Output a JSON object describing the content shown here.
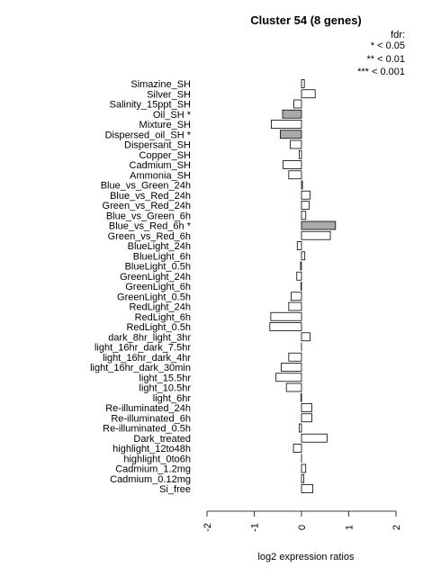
{
  "chart_data": {
    "type": "bar",
    "orientation": "horizontal",
    "title": "Cluster 54 (8 genes)",
    "xlabel": "log2 expression ratios",
    "ylabel": "",
    "xlim": [
      -2,
      2
    ],
    "xticks": [
      "-2",
      "-1",
      "0",
      "1",
      "2"
    ],
    "legend": {
      "placement": "top-right",
      "title": "fdr:",
      "entries": [
        "* < 0.05",
        "** < 0.01",
        "*** < 0.001"
      ]
    },
    "colors": {
      "significant": "#aaaaaa",
      "normal": "#ffffff",
      "stroke": "#000000"
    },
    "categories": [
      "Simazine_SH",
      "Silver_SH",
      "Salinity_15ppt_SH",
      "Oil_SH *",
      "Mixture_SH",
      "Dispersed_oil_SH *",
      "Dispersant_SH",
      "Copper_SH",
      "Cadmium_SH",
      "Ammonia_SH",
      "Blue_vs_Green_24h",
      "Blue_vs_Red_24h",
      "Green_vs_Red_24h",
      "Blue_vs_Green_6h",
      "Blue_vs_Red_6h *",
      "Green_vs_Red_6h",
      "BlueLight_24h",
      "BlueLight_6h",
      "BlueLight_0.5h",
      "GreenLight_24h",
      "GreenLight_6h",
      "GreenLight_0.5h",
      "RedLight_24h",
      "RedLight_6h",
      "RedLight_0.5h",
      "dark_8hr_light_3hr",
      "light_16hr_dark_7.5hr",
      "light_16hr_dark_4hr",
      "light_16hr_dark_30min",
      "light_15.5hr",
      "light_10.5hr",
      "light_6hr",
      "Re-illuminated_24h",
      "Re-illuminated_6h",
      "Re-illuminated_0.5h",
      "Dark_treated",
      "highlight_12to48h",
      "highlight_0to6h",
      "Cadmium_1.2mg",
      "Cadmium_0.12mg",
      "Si_free"
    ],
    "values": [
      0.06,
      0.29,
      -0.16,
      -0.4,
      -0.64,
      -0.45,
      -0.24,
      -0.05,
      -0.39,
      -0.27,
      0.02,
      0.18,
      0.16,
      0.09,
      0.72,
      0.61,
      -0.09,
      0.07,
      -0.02,
      -0.1,
      -0.01,
      -0.22,
      -0.27,
      -0.65,
      -0.67,
      0.18,
      0.0,
      -0.27,
      -0.43,
      -0.54,
      -0.32,
      -0.01,
      0.22,
      0.22,
      -0.05,
      0.54,
      -0.17,
      0.0,
      0.09,
      0.05,
      0.24
    ],
    "significant": [
      false,
      false,
      false,
      true,
      false,
      true,
      false,
      false,
      false,
      false,
      false,
      false,
      false,
      false,
      true,
      false,
      false,
      false,
      false,
      false,
      false,
      false,
      false,
      false,
      false,
      false,
      false,
      false,
      false,
      false,
      false,
      false,
      false,
      false,
      false,
      false,
      false,
      false,
      false,
      false,
      false
    ]
  }
}
